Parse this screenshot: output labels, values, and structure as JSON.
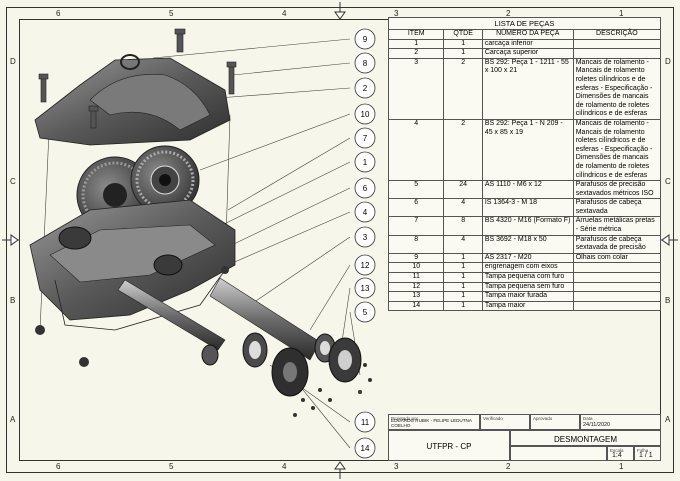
{
  "zones": {
    "cols": [
      "6",
      "5",
      "4",
      "3",
      "2",
      "1"
    ],
    "rows": [
      "D",
      "C",
      "B",
      "A"
    ]
  },
  "balloons": [
    "9",
    "8",
    "2",
    "10",
    "7",
    "1",
    "6",
    "4",
    "3",
    "12",
    "13",
    "5",
    "11",
    "14"
  ],
  "bom": {
    "title": "LISTA DE PEÇAS",
    "headers": [
      "ITEM",
      "QTDE",
      "NÚMERO DA PEÇA",
      "DESCRIÇÃO"
    ],
    "rows": [
      {
        "item": "1",
        "qty": "1",
        "part": "carcaça inferior",
        "desc": ""
      },
      {
        "item": "2",
        "qty": "1",
        "part": "Carcaça superior",
        "desc": ""
      },
      {
        "item": "3",
        "qty": "2",
        "part": "BS 292: Peça 1 - 1211 - 55 x 100 x 21",
        "desc": "Mancais de rolamento - Mancais de rolamento roletes cilíndricos e de esferas - Especificação - Dimensões de mancais de rolamento de roletes cilíndricos e de esferas"
      },
      {
        "item": "4",
        "qty": "2",
        "part": "BS 292: Peça 1 - N 209 - 45 x 85 x 19",
        "desc": "Mancais de rolamento - Mancais de rolamento roletes cilíndricos e de esferas - Especificação - Dimensões de mancais de rolamento de roletes cilíndricos e de esferas"
      },
      {
        "item": "5",
        "qty": "24",
        "part": "AS 1110 - M6 x 12",
        "desc": "Parafusos de precisão sextavados métricos ISO"
      },
      {
        "item": "6",
        "qty": "4",
        "part": "IS 1364-3 - M 18",
        "desc": "Parafusos de cabeça sextavada"
      },
      {
        "item": "7",
        "qty": "8",
        "part": "BS 4320 - M16 (Formato F)",
        "desc": "Arruelas metálicas pretas - Série métrica"
      },
      {
        "item": "8",
        "qty": "4",
        "part": "BS 3692 - M18 x 50",
        "desc": "Parafusos de cabeça sextavada de precisão"
      },
      {
        "item": "9",
        "qty": "1",
        "part": "AS 2317 - M20",
        "desc": "Olhais com colar"
      },
      {
        "item": "10",
        "qty": "1",
        "part": "engrenagem com eixos",
        "desc": ""
      },
      {
        "item": "11",
        "qty": "1",
        "part": "Tampa pequena com furo",
        "desc": ""
      },
      {
        "item": "12",
        "qty": "1",
        "part": "Tampa pequena sem furo",
        "desc": ""
      },
      {
        "item": "13",
        "qty": "1",
        "part": "Tampa maior furada",
        "desc": ""
      },
      {
        "item": "14",
        "qty": "1",
        "part": "Tampa maior",
        "desc": ""
      }
    ]
  },
  "title_block": {
    "designer_label": "Projetado por",
    "designer": "EDUARDO RUBIK - FELIPE LEDUTNA COELHO",
    "checked_label": "Verificado",
    "approved_label": "Aprovado",
    "date_label": "Data",
    "date": "24/11/2020",
    "drawing_title": "DESMONTAGEM",
    "institution": "UTFPR - CP",
    "scale_label": "Escala",
    "scale": "1:4",
    "sheet_label": "Folha",
    "sheet": "1 / 1"
  },
  "colors": {
    "paper": "#f6f6ea",
    "line": "#333333",
    "part_dark": "#3a3a3a",
    "part_mid": "#6b6b6b",
    "part_light": "#a9a9a9"
  }
}
